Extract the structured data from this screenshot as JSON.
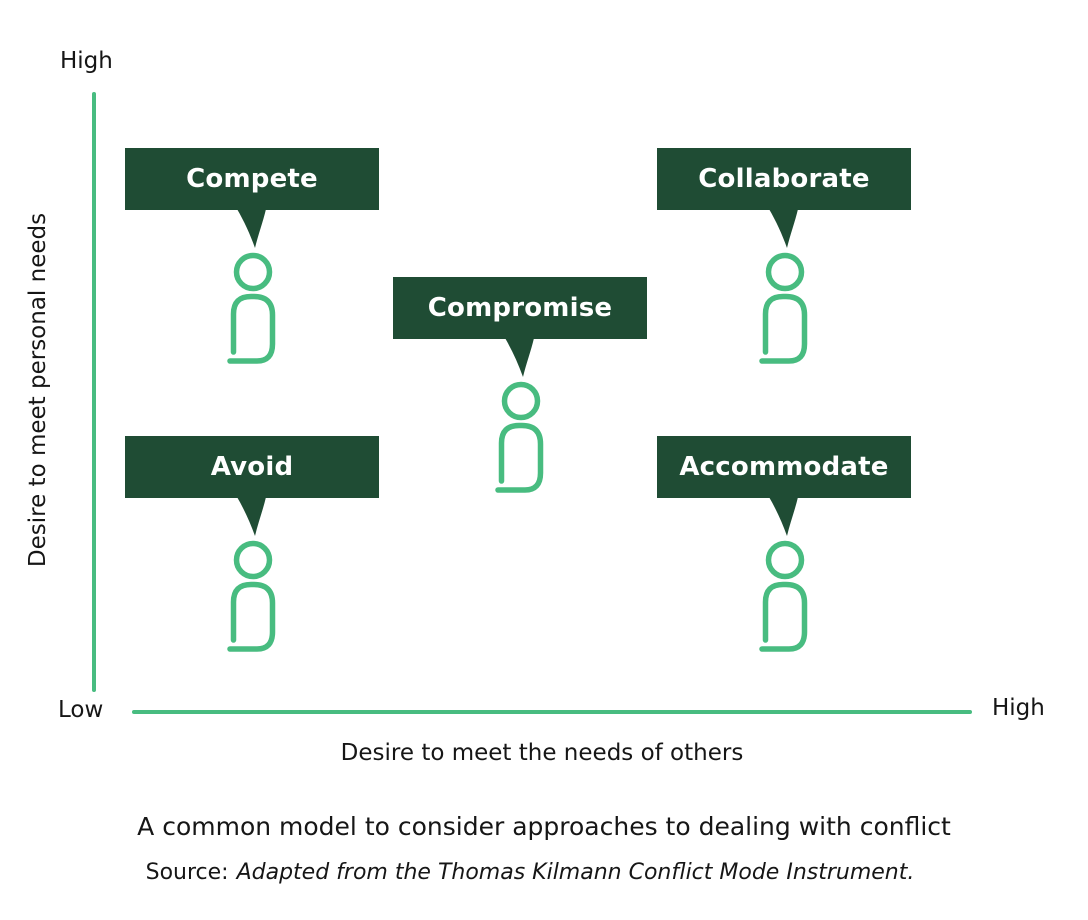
{
  "colors": {
    "dark_green": "#1F4C34",
    "green": "#48BC80",
    "text": "#161616",
    "label_text": "#ffffff"
  },
  "axes": {
    "y_title": "Desire to meet personal needs",
    "y_high": "High",
    "origin": "Low",
    "x_title": "Desire to meet the needs of others",
    "x_high": "High"
  },
  "modes": [
    {
      "label": "Compete"
    },
    {
      "label": "Collaborate"
    },
    {
      "label": "Compromise"
    },
    {
      "label": "Avoid"
    },
    {
      "label": "Accommodate"
    }
  ],
  "caption": "A common model to consider approaches to dealing with conflict",
  "source": {
    "prefix": "Source:",
    "text": "Adapted from the Thomas Kilmann Conflict Mode Instrument."
  }
}
